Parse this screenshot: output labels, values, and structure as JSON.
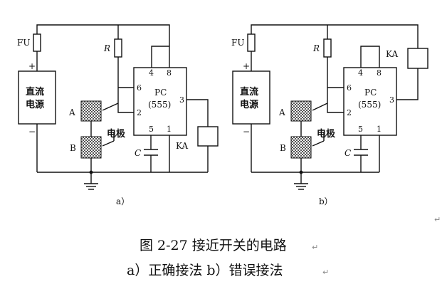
{
  "panels": [
    {
      "id": "a",
      "label": "a）",
      "fuse": "FU",
      "resistor": "R",
      "supply_line1": "直流",
      "supply_line2": "电源",
      "plus": "+",
      "minus": "−",
      "ic_name": "PC",
      "ic_part": "(555)",
      "pin4": "4",
      "pin8": "8",
      "pin6": "6",
      "pin2": "2",
      "pin3": "3",
      "pin5": "5",
      "pin1": "1",
      "electrode": "电极",
      "plate_a": "A",
      "plate_b": "B",
      "capacitor": "C",
      "relay": "KA"
    },
    {
      "id": "b",
      "label": "b）",
      "fuse": "FU",
      "resistor": "R",
      "supply_line1": "直流",
      "supply_line2": "电源",
      "plus": "+",
      "minus": "−",
      "ic_name": "PC",
      "ic_part": "(555)",
      "pin4": "4",
      "pin8": "8",
      "pin6": "6",
      "pin2": "2",
      "pin3": "3",
      "pin5": "5",
      "pin1": "1",
      "electrode": "电极",
      "plate_a": "A",
      "plate_b": "B",
      "capacitor": "C",
      "relay": "KA"
    }
  ],
  "caption": {
    "line1": "图 2-27 接近开关的电路",
    "line2": "a）正确接法 b）错误接法"
  },
  "colors": {
    "ink": "#111111",
    "hatch": "#777777"
  }
}
